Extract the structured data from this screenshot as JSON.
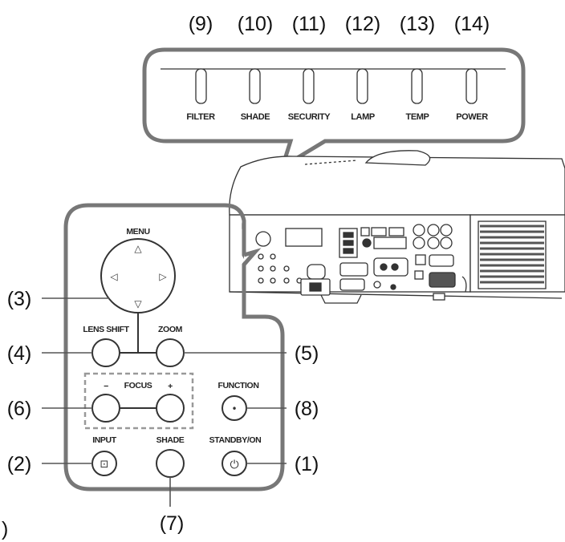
{
  "indicators": [
    {
      "number": "(9)",
      "label": "FILTER"
    },
    {
      "number": "(10)",
      "label": "SHADE"
    },
    {
      "number": "(11)",
      "label": "SECURITY"
    },
    {
      "number": "(12)",
      "label": "LAMP"
    },
    {
      "number": "(13)",
      "label": "TEMP"
    },
    {
      "number": "(14)",
      "label": "POWER"
    }
  ],
  "buttons": {
    "menu": {
      "label": "MENU",
      "callout": "(3)"
    },
    "lens_shift": {
      "label": "LENS SHIFT",
      "callout": "(4)"
    },
    "zoom": {
      "label": "ZOOM",
      "callout": "(5)"
    },
    "focus": {
      "label": "FOCUS",
      "minus": "−",
      "plus": "+",
      "callout": "(6)"
    },
    "function": {
      "label": "FUNCTION",
      "callout": "(8)"
    },
    "input": {
      "label": "INPUT",
      "callout": "(2)"
    },
    "shade": {
      "label": "SHADE",
      "callout": "(7)"
    },
    "standby": {
      "label": "STANDBY/ON",
      "callout": "(1)"
    }
  },
  "glyphs": {
    "up": "△",
    "down": "▽",
    "left": "◁",
    "right": "▷",
    "function_dot": "•",
    "input_icon": "⊡",
    "power_icon": "⏻"
  },
  "partial_callout": ")"
}
